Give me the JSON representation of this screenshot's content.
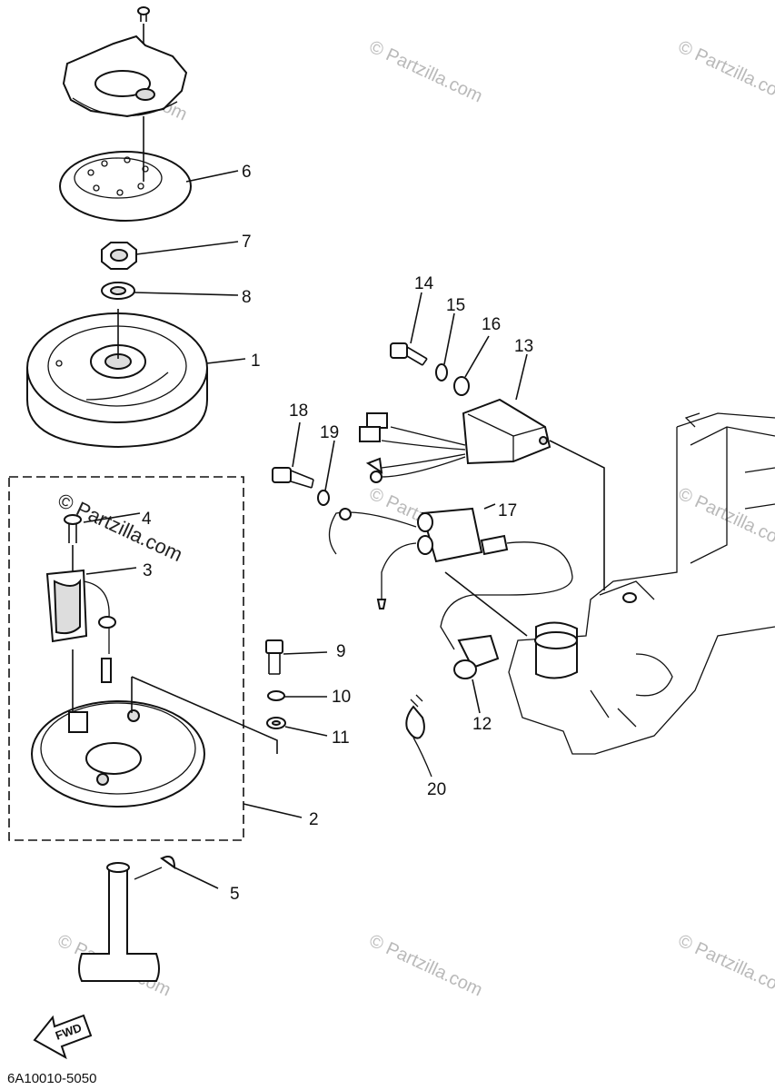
{
  "diagram": {
    "part_numbers": [
      "1",
      "2",
      "3",
      "4",
      "5",
      "6",
      "7",
      "8",
      "9",
      "10",
      "11",
      "12",
      "13",
      "14",
      "15",
      "16",
      "17",
      "18",
      "19",
      "20"
    ],
    "direction_label": "FWD",
    "figure_code": "6A10010-5050",
    "watermark": "© Partzilla.com"
  }
}
